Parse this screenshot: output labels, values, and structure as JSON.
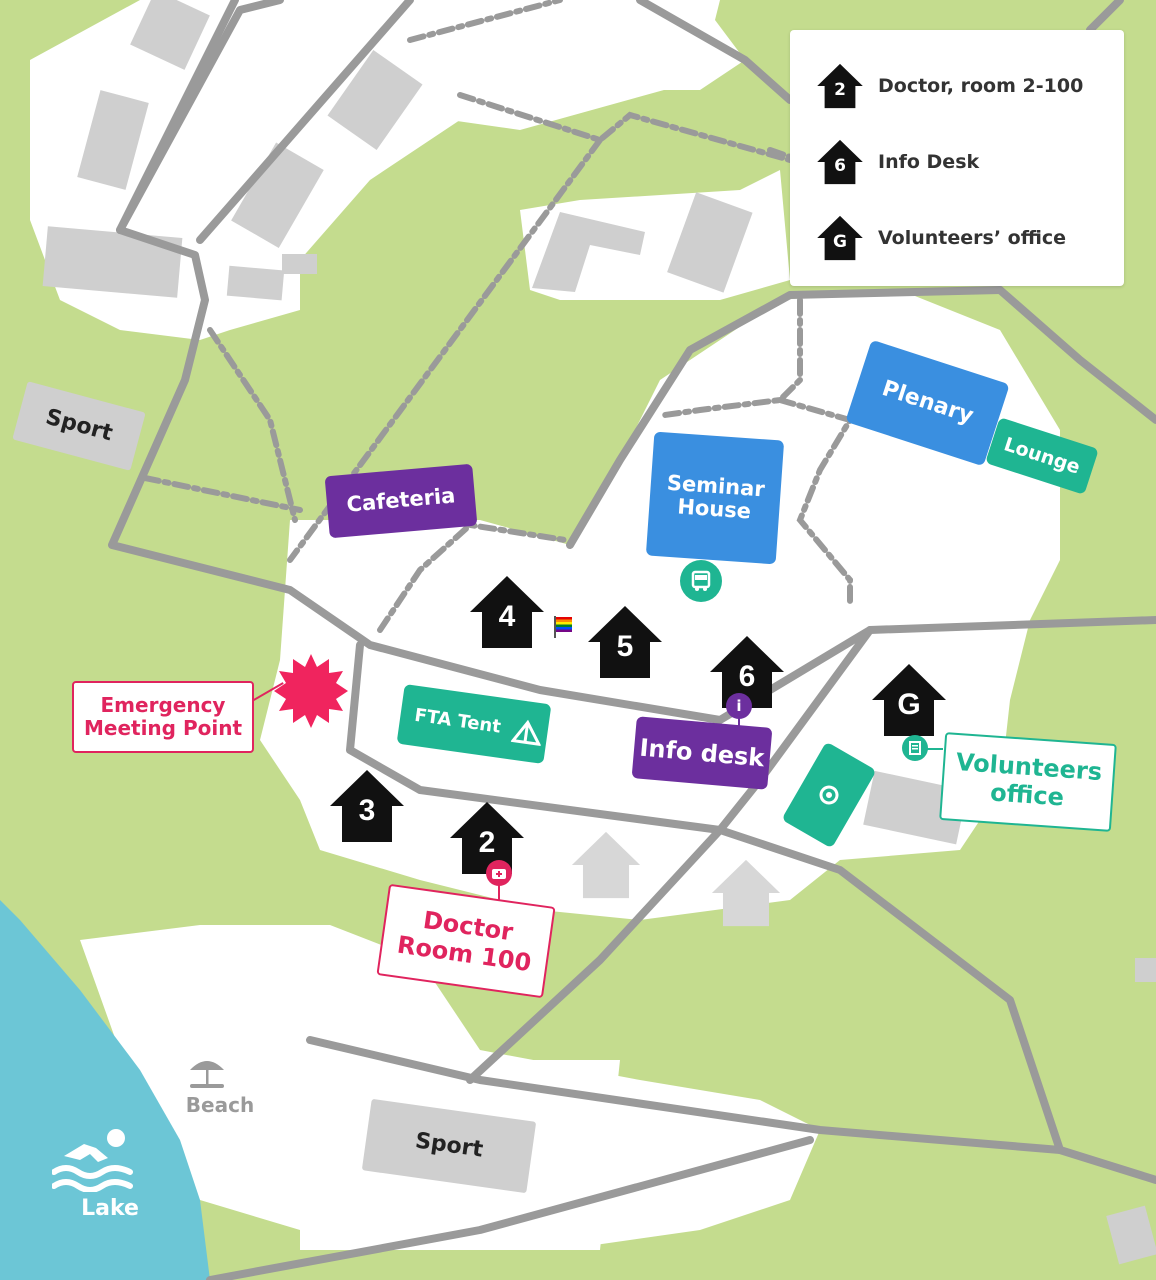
{
  "legend": {
    "items": [
      {
        "marker": "2",
        "label": "Doctor, room 2-100"
      },
      {
        "marker": "6",
        "label": "Info Desk"
      },
      {
        "marker": "G",
        "label": "Volunteers’ office"
      }
    ]
  },
  "buildings": {
    "cafeteria": "Cafeteria",
    "seminar_line1": "Seminar",
    "seminar_line2": "House",
    "plenary": "Plenary",
    "lounge": "Lounge",
    "fta_tent": "FTA Tent",
    "info_desk": "Info desk",
    "sport_west": "Sport",
    "sport_south": "Sport"
  },
  "houses": [
    "4",
    "5",
    "6",
    "G",
    "3",
    "2"
  ],
  "callouts": {
    "emergency_line1": "Emergency",
    "emergency_line2": "Meeting Point",
    "doctor_line1": "Doctor",
    "doctor_line2": "Room 100",
    "volunteers_line1": "Volunteers",
    "volunteers_line2": "office"
  },
  "places": {
    "beach": "Beach",
    "lake": "Lake"
  },
  "badges": {
    "info": "i"
  },
  "colors": {
    "grass": "#c4dc8e",
    "paved": "#ffffff",
    "lake": "#6cc6d6",
    "purple": "#6c2f9e",
    "blue": "#3a8fe0",
    "teal": "#1fb592",
    "emergency": "#e0245e",
    "road": "#9a9a9a"
  },
  "icons": [
    "bus-icon",
    "tent-icon",
    "first-aid-icon",
    "info-icon",
    "volunteer-icon",
    "parking-icon",
    "beach-umbrella-icon",
    "swimmer-icon",
    "pride-flag-icon",
    "starburst-icon"
  ]
}
